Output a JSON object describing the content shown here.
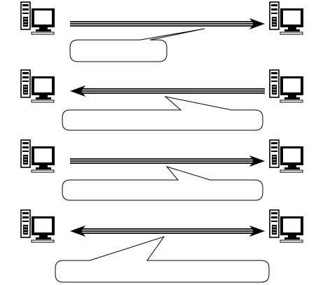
{
  "diagram": {
    "computer_icon": "desktop-computer-icon",
    "rows": [
      {
        "direction": "right",
        "callout_text": ""
      },
      {
        "direction": "left",
        "callout_text": ""
      },
      {
        "direction": "right",
        "callout_text": ""
      },
      {
        "direction": "both",
        "callout_text": ""
      }
    ]
  }
}
